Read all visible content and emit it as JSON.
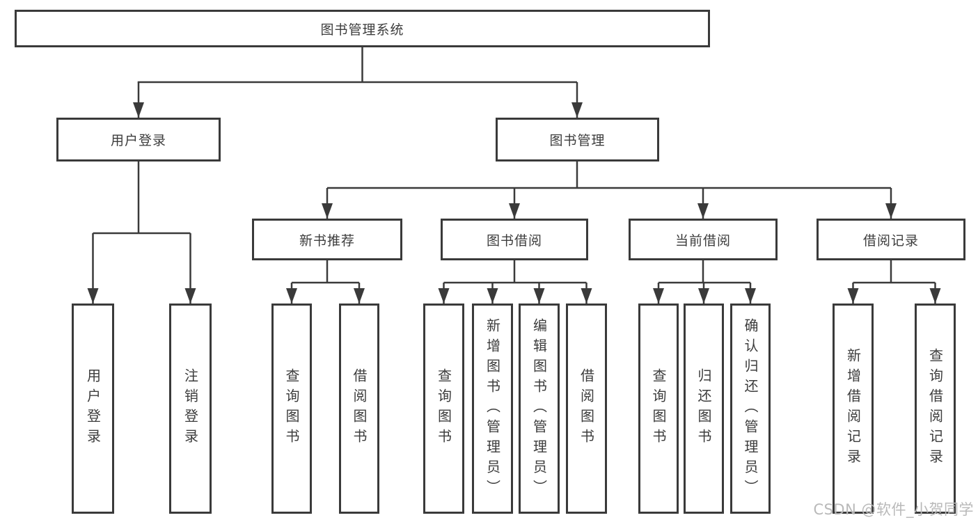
{
  "diagram": {
    "root": {
      "label": "图书管理系统"
    },
    "level2": [
      {
        "label": "用户登录"
      },
      {
        "label": "图书管理"
      }
    ],
    "level3": [
      {
        "label": "新书推荐"
      },
      {
        "label": "图书借阅"
      },
      {
        "label": "当前借阅"
      },
      {
        "label": "借阅记录"
      }
    ],
    "leaves": [
      {
        "label": "用户登录"
      },
      {
        "label": "注销登录"
      },
      {
        "label": "查询图书"
      },
      {
        "label": "借阅图书"
      },
      {
        "label": "查询图书"
      },
      {
        "label": "新增图书（管理员）"
      },
      {
        "label": "编辑图书（管理员）"
      },
      {
        "label": "借阅图书"
      },
      {
        "label": "查询图书"
      },
      {
        "label": "归还图书"
      },
      {
        "label": "确认归还（管理员）"
      },
      {
        "label": "新增借阅记录"
      },
      {
        "label": "查询借阅记录"
      }
    ]
  },
  "watermark": {
    "text": "CSDN @软件_小贺同学"
  },
  "colors": {
    "line": "#3a3a3a",
    "box_border": "#3a3a3a",
    "text": "#3c3c3c",
    "watermark_text": "#b9b9b9",
    "background": "#ffffff"
  }
}
